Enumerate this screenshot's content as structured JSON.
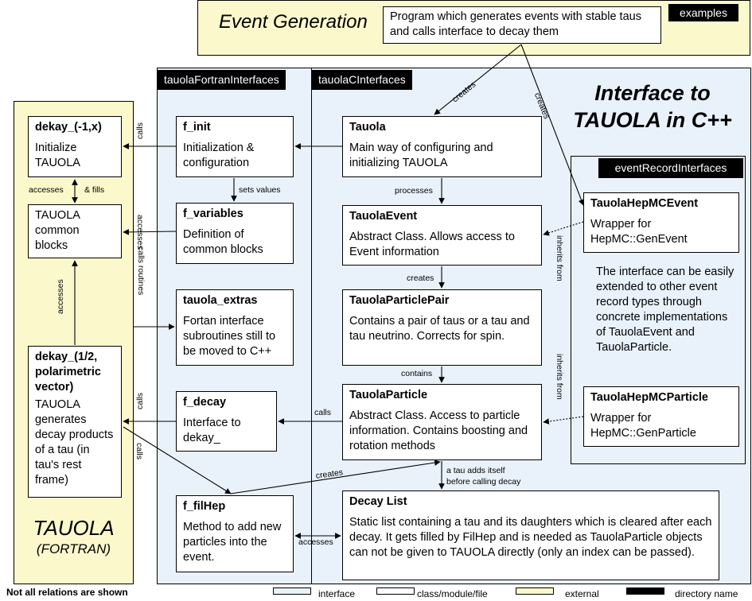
{
  "regions": {
    "event_generation": {
      "title": "Event Generation",
      "program_desc": "Program which generates events with stable taus and calls interface to decay them",
      "tag": "examples"
    },
    "fortran_interfaces": {
      "tag": "tauolaFortranInterfaces"
    },
    "c_interfaces": {
      "tag": "tauolaCInterfaces"
    },
    "interface_title": {
      "line1": "Interface to",
      "line2": "TAUOLA in C++"
    },
    "event_record": {
      "tag": "eventRecordInterfaces",
      "note": "The interface can be easily extended to other event record types through concrete implementations of TauolaEvent and TauolaParticle."
    },
    "tauola_fortran": {
      "line1": "TAUOLA",
      "line2": "(FORTRAN)"
    }
  },
  "boxes": {
    "dekay_init": {
      "title": "dekay_(-1,x)",
      "desc": "Initialize TAUOLA"
    },
    "common_blocks": {
      "desc": "TAUOLA common blocks"
    },
    "dekay_pol": {
      "title": "dekay_(1/2, polarimetric vector)",
      "desc": "TAUOLA generates decay products of a tau (in tau's rest frame)"
    },
    "f_init": {
      "title": "f_init",
      "desc": "Initialization & configuration"
    },
    "f_variables": {
      "title": "f_variables",
      "desc": "Definition of common blocks"
    },
    "tauola_extras": {
      "title": "tauola_extras",
      "desc": "Fortan interface subroutines still to be moved to C++"
    },
    "f_decay": {
      "title": "f_decay",
      "desc": "Interface to dekay_"
    },
    "f_filhep": {
      "title": "f_filHep",
      "desc": "Method to add new particles into the event."
    },
    "tauola": {
      "title": "Tauola",
      "desc": "Main way of configuring and initializing TAUOLA"
    },
    "tauola_event": {
      "title": "TauolaEvent",
      "desc": "Abstract Class. Allows access to Event information"
    },
    "tauola_particle_pair": {
      "title": "TauolaParticlePair",
      "desc": "Contains a pair of taus or a tau and tau neutrino. Corrects for spin."
    },
    "tauola_particle": {
      "title": "TauolaParticle",
      "desc": "Abstract Class. Access to particle information. Contains boosting and rotation methods"
    },
    "decay_list": {
      "title": "Decay List",
      "desc": "Static list containing a tau and its daughters which is cleared after each decay. It gets filled by FilHep and is needed as TauolaParticle objects can not be given to TAUOLA directly (only an index can be passed)."
    },
    "hepmc_event": {
      "title": "TauolaHepMCEvent",
      "desc": "Wrapper for HepMC::GenEvent"
    },
    "hepmc_particle": {
      "title": "TauolaHepMCParticle",
      "desc": "Wrapper for HepMC::GenParticle"
    }
  },
  "edge_labels": {
    "creates_tauola": "creates",
    "creates_hepmc": "creates",
    "calls_top": "calls",
    "accesses_fortran": "accesses",
    "accesses_common": "accesses",
    "fills": "& fills",
    "sets_values": "sets values",
    "processes": "processes",
    "inherits_event": "inherits from",
    "creates_pair": "creates",
    "calls_routines": "calls routines",
    "accesses_left": "accesses",
    "contains": "contains",
    "inherits_particle": "inherits from",
    "calls_decay": "calls",
    "calls_mid": "calls",
    "calls_low": "calls",
    "creates_filhep": "creates",
    "tau_adds_1": "a tau adds itself",
    "tau_adds_2": "before calling decay",
    "accesses_decay": "accesses"
  },
  "footer": {
    "note": "Not all relations are shown",
    "legend": [
      {
        "label": "interface",
        "color": "#e9f2fb"
      },
      {
        "label": "class/module/file",
        "color": "#ffffff"
      },
      {
        "label": "external",
        "color": "#fbf8cc"
      },
      {
        "label": "directory name",
        "color": "#000000"
      }
    ]
  }
}
